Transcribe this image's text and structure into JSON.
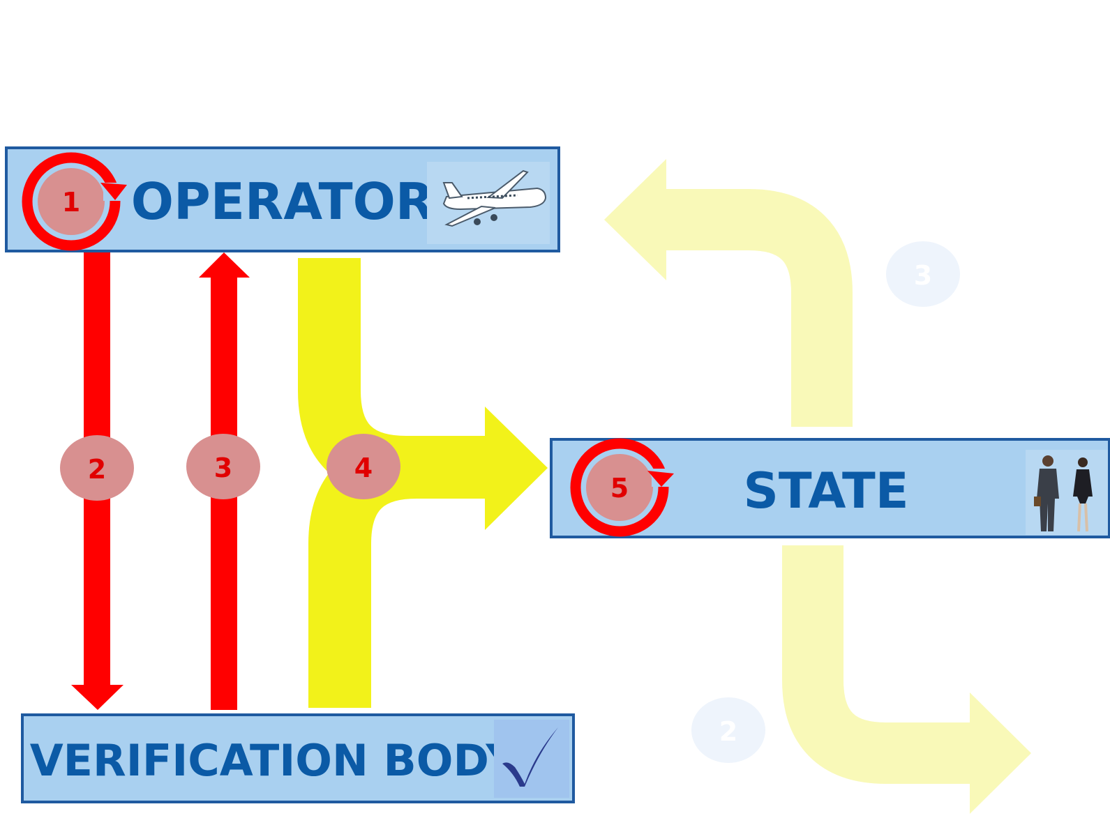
{
  "diagram": {
    "entities": {
      "operator": {
        "label": "OPERATOR",
        "icon": "airplane-icon"
      },
      "state": {
        "label": "STATE",
        "icon": "people-icon"
      },
      "verification_body": {
        "label": "VERIFICATION BODY",
        "icon": "checkmark-icon"
      }
    },
    "steps": {
      "s1": "1",
      "s2": "2",
      "s3": "3",
      "s4": "4",
      "s5": "5"
    },
    "faded_steps": {
      "s3": "3",
      "s2": "2"
    },
    "colors": {
      "box_fill": "#a9d0f0",
      "box_border": "#1f5aa0",
      "label": "#0b5aa6",
      "red_arrow": "#ff0000",
      "yellow_arrow": "#f2f21a",
      "faded_yellow": "#f9f9b8",
      "step_circle": "#d89090",
      "step_text": "#e10000"
    }
  }
}
